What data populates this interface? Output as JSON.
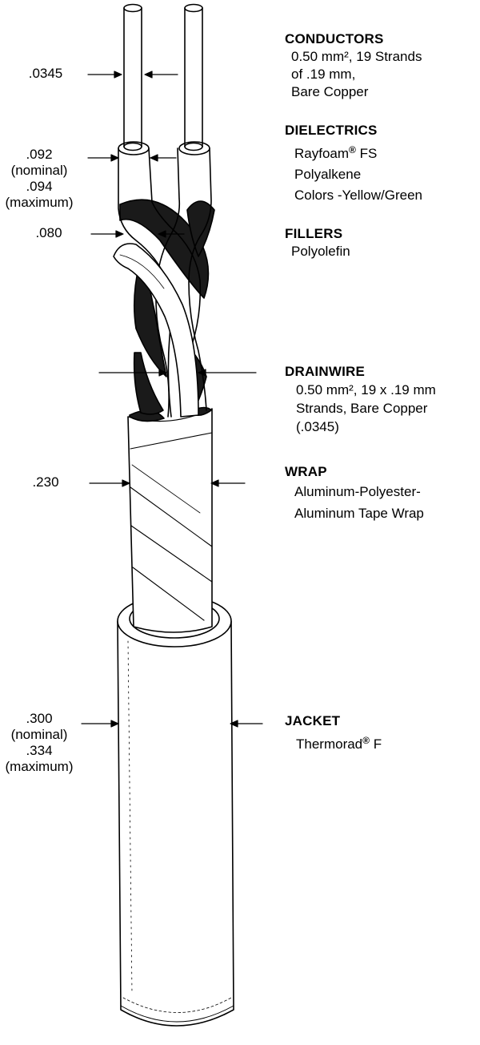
{
  "components": {
    "conductors": {
      "heading": "CONDUCTORS",
      "lines": [
        "0.50 mm², 19 Strands",
        "of .19 mm,",
        "Bare Copper"
      ]
    },
    "dielectrics": {
      "heading": "DIELECTRICS",
      "line1_main": "Rayfoam",
      "line1_mark": "®",
      "line1_tail": " FS",
      "lines": [
        "Polyalkene",
        "Colors  -Yellow/Green"
      ]
    },
    "fillers": {
      "heading": "FILLERS",
      "lines": [
        "Polyolefin"
      ]
    },
    "drainwire": {
      "heading": "DRAINWIRE",
      "lines": [
        "0.50 mm²,  19 x .19 mm",
        "Strands, Bare Copper",
        "(.0345)"
      ]
    },
    "wrap": {
      "heading": "WRAP",
      "lines": [
        "Aluminum-Polyester-",
        "Aluminum Tape Wrap"
      ]
    },
    "jacket": {
      "heading": "JACKET",
      "line1_main": "Thermorad",
      "line1_mark": "®",
      "line1_tail": " F"
    }
  },
  "dimensions": {
    "conductor": [
      ".0345"
    ],
    "dielectric": [
      ".092",
      "(nominal)",
      ".094",
      "(maximum)"
    ],
    "filler": [
      ".080"
    ],
    "wrap": [
      ".230"
    ],
    "jacket": [
      ".300",
      "(nominal)",
      ".334",
      "(maximum)"
    ]
  },
  "colors": {
    "ink": "#000000",
    "background": "#ffffff",
    "filler_dark": "#1a1a1a"
  }
}
